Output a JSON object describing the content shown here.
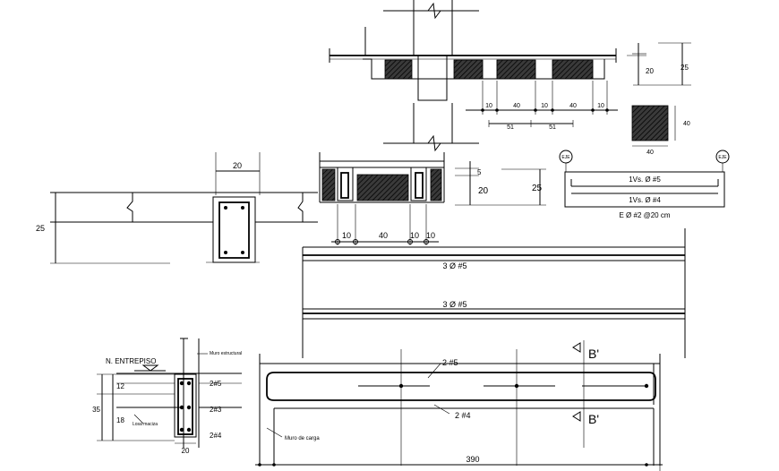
{
  "slab_section": {
    "dims": {
      "h20": "20",
      "h25": "25",
      "d10a": "10",
      "d40a": "40",
      "d10b": "10",
      "d40b": "40",
      "d10c": "10",
      "d51a": "51",
      "d51b": "51"
    },
    "block_dims": {
      "w": "40",
      "h": "40"
    }
  },
  "beam_section_left": {
    "width": "20",
    "height": "25"
  },
  "joist_section": {
    "h5": "5",
    "h20": "20",
    "h25": "25",
    "d10a": "10",
    "d40": "40",
    "d10b": "10",
    "d10c": "10"
  },
  "elevation_small": {
    "eje_left": "EJE",
    "eje_right": "EJE",
    "top_bars": "1Vs. Ø #5",
    "bottom_bars": "1Vs. Ø #4",
    "stirrups": "E Ø #2 @20 cm"
  },
  "long_beam": {
    "top_bars": "3 Ø #5",
    "bottom_bars": "3 Ø #5"
  },
  "wall_detail": {
    "level_label": "N. ENTREPISO",
    "wall_label": "Muro estructural",
    "slab_label": "Losa maciza",
    "dim_total": "35",
    "dim_upper": "12",
    "dim_lower": "18",
    "dim_width": "20",
    "bar_top": "2#5",
    "bar_mid": "2#3",
    "bar_bottom": "2#4"
  },
  "beam_elevation": {
    "top_bars": "2 #5",
    "bottom_bars": "2 #4",
    "section_label_top": "B'",
    "section_label_bottom": "B'",
    "wall_label": "Muro de carga",
    "length": "390"
  }
}
